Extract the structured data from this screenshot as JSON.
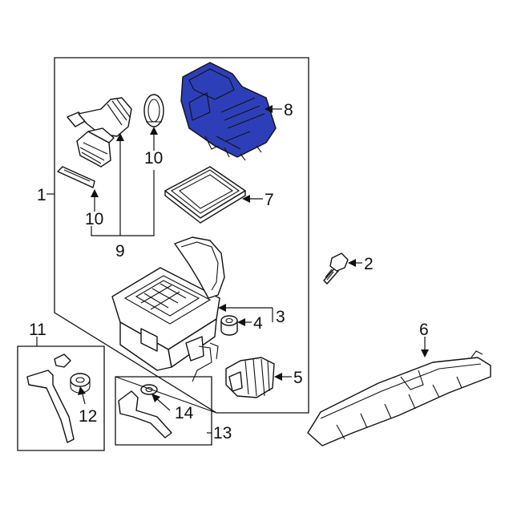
{
  "diagram": {
    "highlight_color": "#2d3fb8",
    "highlight_dark": "#1a2680",
    "line_color": "#111111",
    "background": "#ffffff",
    "callouts": [
      {
        "id": "c1",
        "text": "1"
      },
      {
        "id": "c2",
        "text": "2"
      },
      {
        "id": "c3",
        "text": "3"
      },
      {
        "id": "c4",
        "text": "4"
      },
      {
        "id": "c5",
        "text": "5"
      },
      {
        "id": "c6",
        "text": "6"
      },
      {
        "id": "c7",
        "text": "7"
      },
      {
        "id": "c8",
        "text": "8"
      },
      {
        "id": "c9",
        "text": "9"
      },
      {
        "id": "c10a",
        "text": "10"
      },
      {
        "id": "c10b",
        "text": "10"
      },
      {
        "id": "c11",
        "text": "11"
      },
      {
        "id": "c12",
        "text": "12"
      },
      {
        "id": "c13",
        "text": "13"
      },
      {
        "id": "c14",
        "text": "14"
      }
    ]
  }
}
